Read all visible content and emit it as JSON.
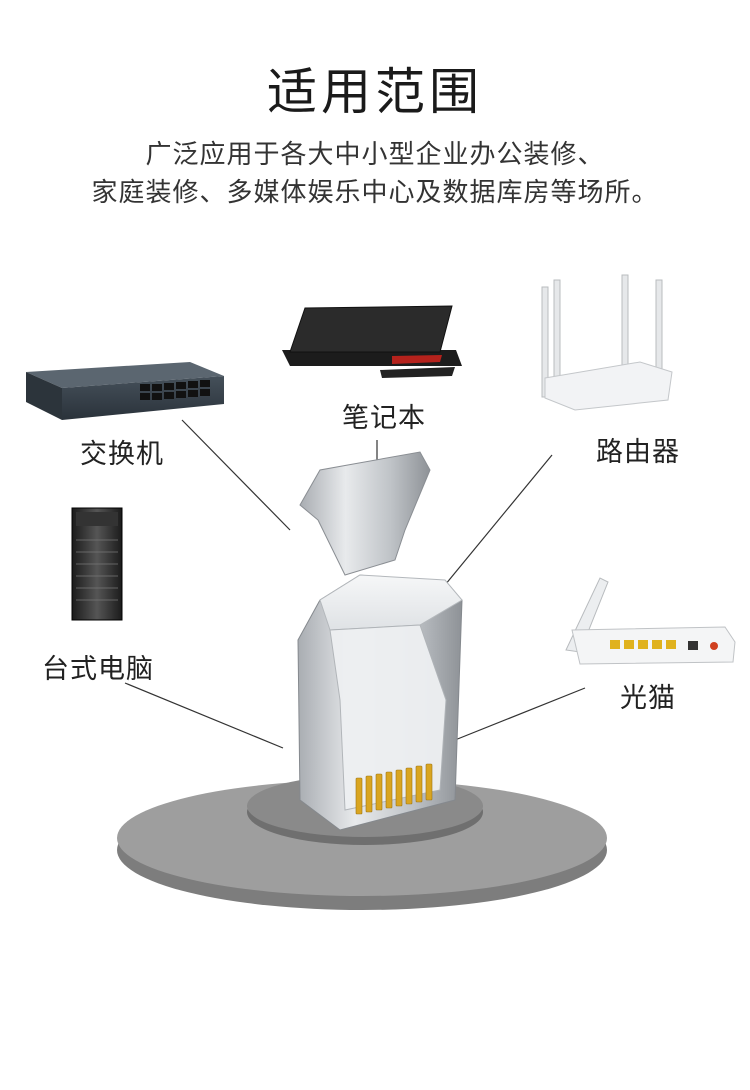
{
  "title": "适用范围",
  "description": {
    "line1": "广泛应用于各大中小型企业办公装修、",
    "line2": "家庭装修、多媒体娱乐中心及数据库房等场所。"
  },
  "devices": {
    "switch": "交换机",
    "laptop": "笔记本",
    "router": "路由器",
    "desktop": "台式电脑",
    "modem": "光猫"
  },
  "colors": {
    "platform": "#8a8a8a",
    "platform_top": "#9c9c9c",
    "gold_pins": "#d9a520",
    "connector_metal": "#c9ccd0"
  }
}
